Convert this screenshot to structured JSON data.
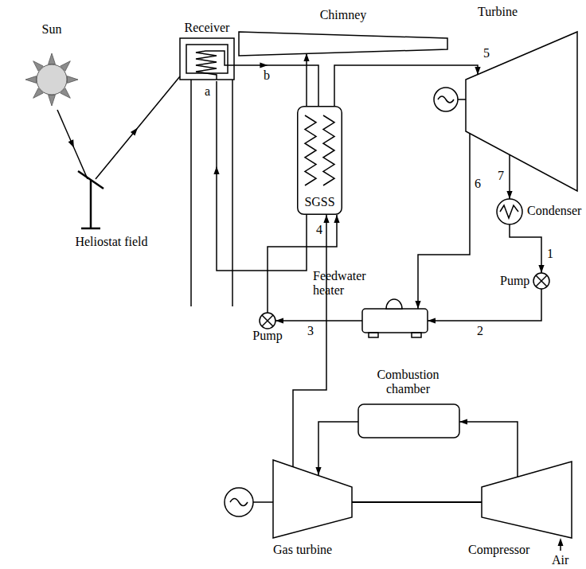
{
  "diagram": {
    "nodes": [
      {
        "text": [
          "Sun"
        ]
      },
      {
        "text": [
          "Chimney"
        ]
      },
      {
        "text": [
          "Turbine"
        ]
      },
      {
        "text": [
          "Receiver"
        ]
      },
      {
        "text": [
          "SGSS"
        ]
      },
      {
        "text": [
          "Condenser"
        ]
      },
      {
        "text": [
          "Pump"
        ]
      },
      {
        "text": [
          "Heliostat field"
        ]
      },
      {
        "text": [
          "Feedwater heater"
        ]
      },
      {
        "text": [
          "Pump"
        ]
      },
      {
        "text": [
          "Combustion chamber"
        ]
      },
      {
        "text": [
          "Gas turbine"
        ]
      },
      {
        "text": [
          "Compressor"
        ]
      }
    ],
    "edges": [
      {
        "from": 0,
        "to": 7,
        "arrow": "to"
      },
      {
        "from": 7,
        "to": 3,
        "arrow": "to"
      },
      {
        "from": 3,
        "to": 4,
        "arrow": "to",
        "label": "b"
      },
      {
        "from": 4,
        "to": 3,
        "arrow": "to",
        "label": "a"
      },
      {
        "from": 4,
        "to": 1,
        "arrow": "to"
      },
      {
        "from": 4,
        "to": 2,
        "arrow": "to",
        "label": "5"
      },
      {
        "from": 2,
        "to": 8,
        "arrow": "to",
        "label": "6"
      },
      {
        "from": 2,
        "to": 5,
        "arrow": "to",
        "label": "7"
      },
      {
        "from": 5,
        "to": 6,
        "arrow": "to",
        "label": "1"
      },
      {
        "from": 6,
        "to": 8,
        "arrow": "to",
        "label": "2"
      },
      {
        "from": 8,
        "to": 9,
        "arrow": "to",
        "label": "3"
      },
      {
        "from": 9,
        "to": 4,
        "arrow": "to"
      },
      {
        "from": 11,
        "to": 4,
        "arrow": "to",
        "label": "4"
      },
      {
        "from": 12,
        "to": 10,
        "arrow": "to"
      },
      {
        "from": 10,
        "to": 11,
        "arrow": "to"
      }
    ],
    "labels": [
      "Air"
    ]
  }
}
